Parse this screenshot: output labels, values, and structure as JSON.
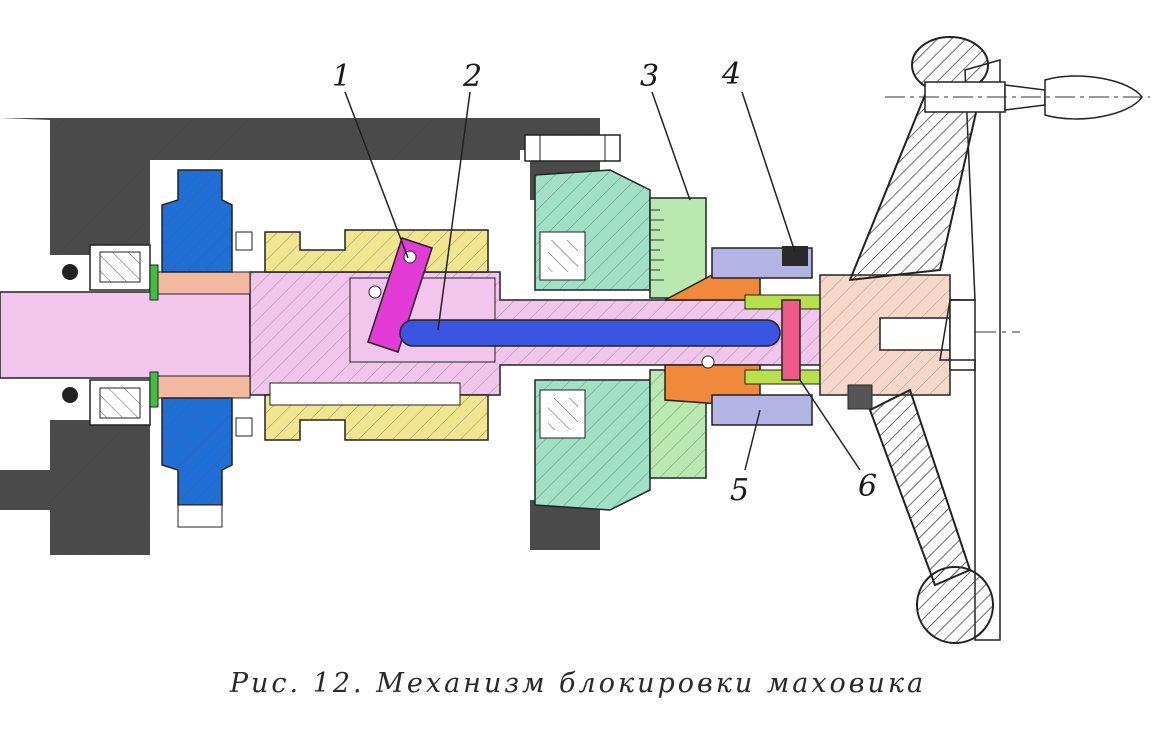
{
  "figure": {
    "caption": "Рис. 12. Механизм блокировки маховика",
    "callouts": [
      "1",
      "2",
      "3",
      "4",
      "5",
      "6"
    ]
  },
  "colors": {
    "housing": "#4a4a4a",
    "shaft": "#f2c6ec",
    "gear": "#1f6fd6",
    "clutch": "#f2e58f",
    "lock_lever": "#e23bd6",
    "lock_rod": "#3a55e0",
    "bearing_flange": "#9fe0c7",
    "dial": "#b9e8b0",
    "nut": "#f08a3a",
    "ring": "#b3b3e6",
    "spring": "#b7e04a",
    "pin": "#f05a8a",
    "handwheel": "#ffffff",
    "hatch": "#555555"
  }
}
